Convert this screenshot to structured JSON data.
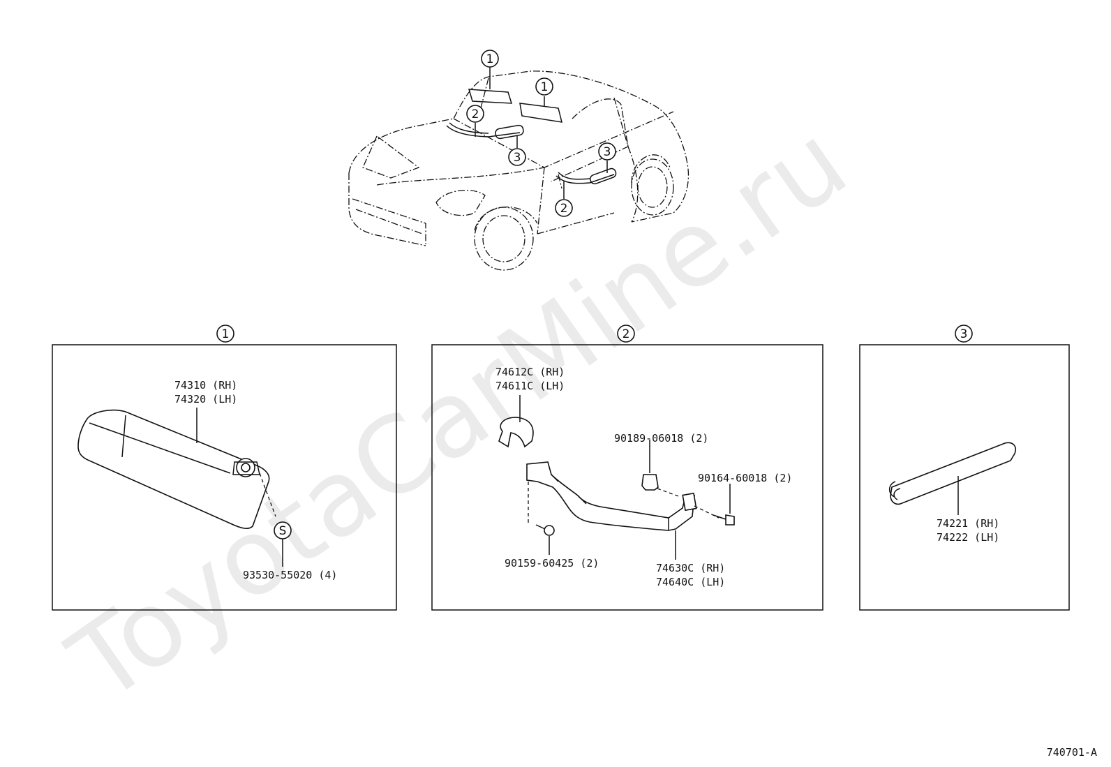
{
  "watermark": "ToyotaCarMine.ru",
  "diagram_code": "740701-A",
  "overview": {
    "callouts": [
      "1",
      "1",
      "2",
      "2",
      "3",
      "3"
    ]
  },
  "panels": [
    {
      "ref": "1",
      "parts": [
        {
          "lines": [
            "74310 (RH)",
            "74320 (LH)"
          ]
        },
        {
          "symbol": "S",
          "lines": [
            "93530-55020 (4)"
          ]
        }
      ]
    },
    {
      "ref": "2",
      "parts": [
        {
          "lines": [
            "74612C (RH)",
            "74611C (LH)"
          ]
        },
        {
          "lines": [
            "90189-06018 (2)"
          ]
        },
        {
          "lines": [
            "90164-60018 (2)"
          ]
        },
        {
          "lines": [
            "90159-60425 (2)"
          ]
        },
        {
          "lines": [
            "74630C (RH)",
            "74640C (LH)"
          ]
        }
      ]
    },
    {
      "ref": "3",
      "parts": [
        {
          "lines": [
            "74221 (RH)",
            "74222 (LH)"
          ]
        }
      ]
    }
  ]
}
